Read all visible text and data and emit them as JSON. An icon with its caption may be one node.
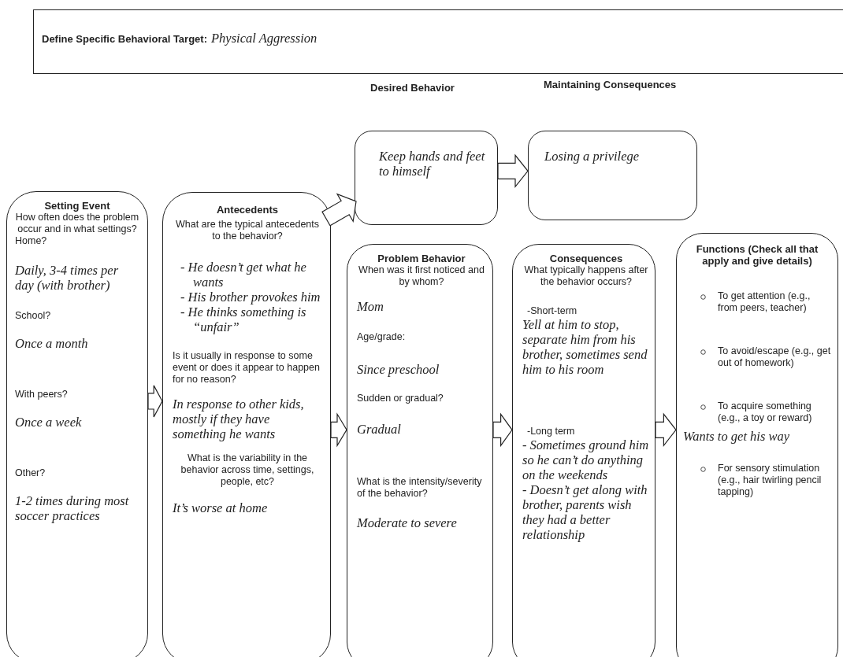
{
  "diagram": {
    "nodes": [
      {
        "text": [
          "Define Specific Behavioral Target:",
          "Physical Aggression"
        ]
      },
      {
        "text": [
          "Keep hands and feet to himself"
        ]
      },
      {
        "text": [
          "Losing a privilege"
        ]
      },
      {
        "text": [
          "Setting Event",
          "How often does the problem occur and in what settings?",
          "Home?",
          "Daily, 3-4 times per day (with brother)",
          "School?",
          "Once a month",
          "With peers?",
          "Once a week",
          "Other?",
          "1-2 times during most soccer practices"
        ]
      },
      {
        "text": [
          "Antecedents",
          "What are the typical antecedents to the behavior?",
          "- He doesn’t get what he wants",
          "- His brother provokes him",
          "- He thinks something is “unfair”",
          "Is it usually in response to some event or does it appear to happen for no reason?",
          "In response to other kids, mostly if they have something he wants",
          "What is the variability in the behavior across time, settings, people, etc?",
          "It’s worse at home"
        ]
      },
      {
        "text": [
          "Problem Behavior",
          "When was it first noticed and by whom?",
          "Mom",
          "Age/grade:",
          "Since preschool",
          "Sudden or gradual?",
          "Gradual",
          "What is the intensity/severity of the behavior?",
          "Moderate to severe"
        ]
      },
      {
        "text": [
          "Consequences",
          "What typically happens after the behavior occurs?",
          "-Short-term",
          "Yell at him to stop, separate him from his brother, sometimes send him to his room",
          "-Long term",
          "- Sometimes ground him so he can’t do anything on the weekends",
          "- Doesn’t get along with brother, parents wish they had a better relationship"
        ]
      },
      {
        "text": [
          "Functions (Check all that apply and give details)",
          "To get attention (e.g., from peers, teacher)",
          "To avoid/escape (e.g., get out of homework)",
          "To acquire something (e.g., a toy or reward)",
          "Wants to get his way",
          "For sensory stimulation (e.g., hair twirling pencil tapping)"
        ]
      }
    ],
    "edges": [
      {
        "from": 3,
        "to": 4,
        "arrow": "to"
      },
      {
        "from": 4,
        "to": 1,
        "arrow": "to"
      },
      {
        "from": 1,
        "to": 2,
        "arrow": "to"
      },
      {
        "from": 4,
        "to": 5,
        "arrow": "to"
      },
      {
        "from": 5,
        "to": 6,
        "arrow": "to"
      },
      {
        "from": 6,
        "to": 7,
        "arrow": "to"
      }
    ],
    "labels": [
      "Desired Behavior",
      "Maintaining Consequences"
    ]
  }
}
